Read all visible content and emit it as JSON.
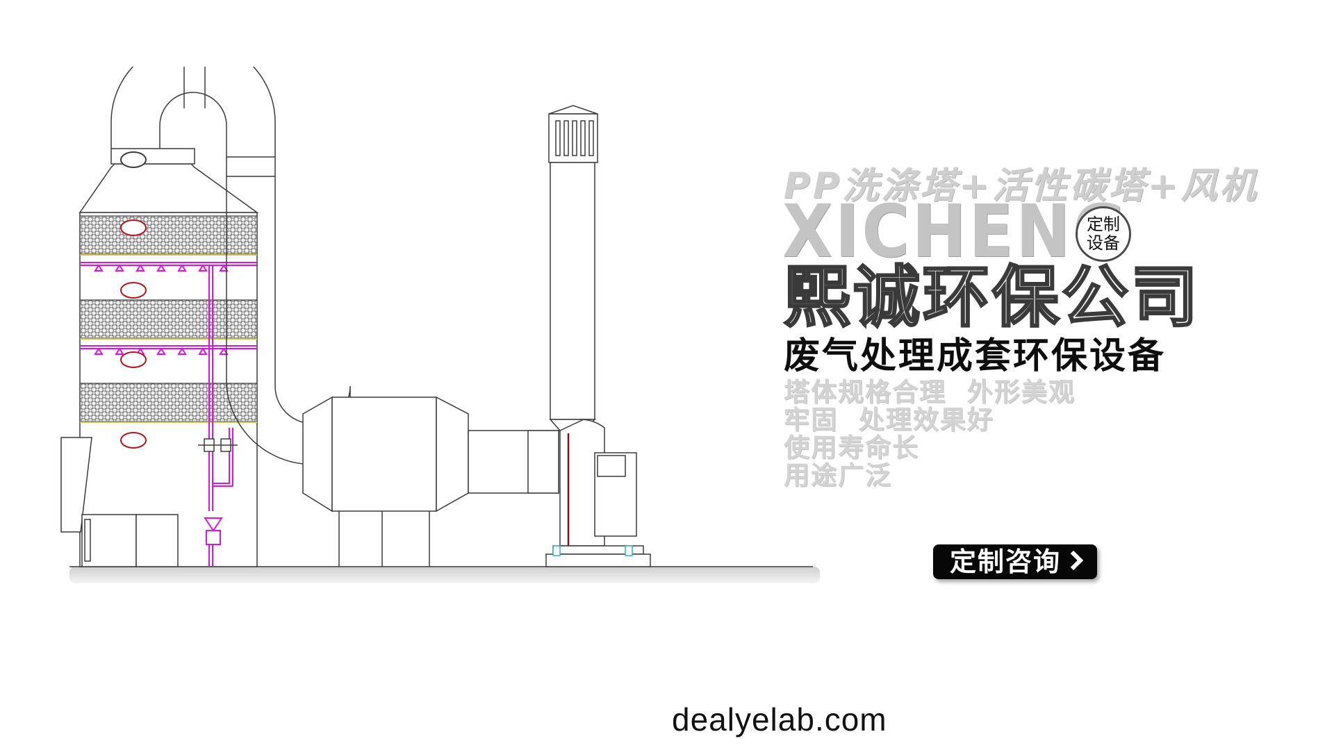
{
  "drawing": {
    "icon": "equipment-drawing-icon"
  },
  "copy": {
    "title_line_1": "PP洗涤塔+活性碳塔+风机",
    "brand_en": "XICHENG",
    "badge": "定制设备",
    "company_name": "熙诚环保公司",
    "slogan": "废气处理成套环保设备",
    "features": [
      "塔体规格合理  外形美观",
      "牢固  处理效果好",
      "使用寿命长",
      "用途广泛"
    ]
  },
  "button": {
    "label": "定制咨询"
  },
  "watermark": {
    "text": "dealyelab.com"
  },
  "colors": {
    "line": "#3a3a3a",
    "pipe": "#e011e8",
    "heater": "#8a0f12",
    "mesh": "#7b7b7b",
    "gray_title": "#cfcfcf",
    "button_bg": "#070707"
  }
}
